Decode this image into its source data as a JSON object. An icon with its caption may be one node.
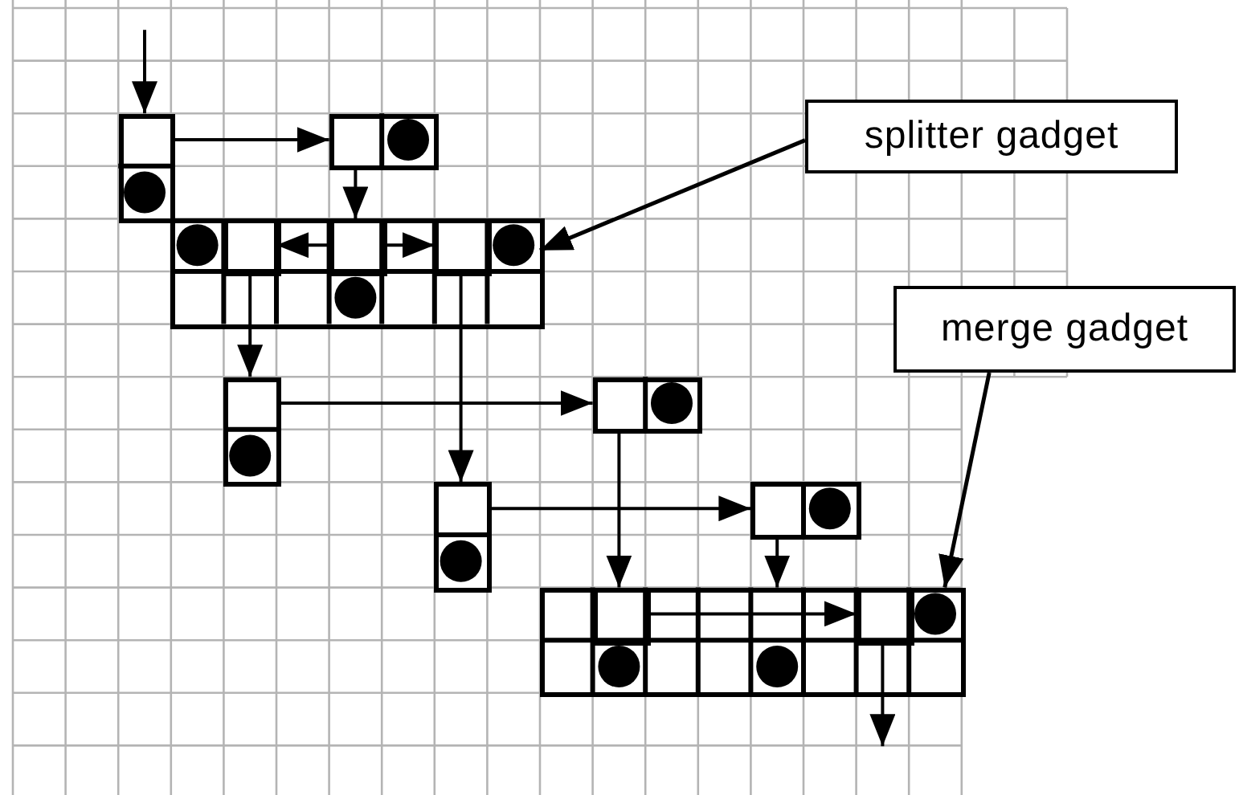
{
  "diagram": {
    "nodes": [
      {
        "text": [],
        "shape": "box"
      },
      {
        "text": [],
        "shape": "box"
      },
      {
        "text": [
          "splitter gadget"
        ]
      },
      {
        "text": [],
        "shape": "box"
      },
      {
        "text": [],
        "shape": "box",
        "in": 3
      },
      {
        "text": [],
        "shape": "box",
        "in": 3
      },
      {
        "text": [],
        "shape": "box",
        "in": 3
      },
      {
        "text": [
          "merge gadget"
        ]
      },
      {
        "text": [],
        "shape": "box"
      },
      {
        "text": [],
        "shape": "box"
      },
      {
        "text": [],
        "shape": "box"
      },
      {
        "text": [],
        "shape": "box"
      },
      {
        "text": [],
        "shape": "box"
      },
      {
        "text": [],
        "shape": "box",
        "in": 12
      },
      {
        "text": [],
        "shape": "box",
        "in": 12
      }
    ],
    "edges": [
      {
        "from": null,
        "to": 0,
        "arrow": "to"
      },
      {
        "from": 0,
        "to": 1,
        "arrow": "to"
      },
      {
        "from": 1,
        "to": 5,
        "arrow": "to"
      },
      {
        "from": 5,
        "to": 4,
        "arrow": "to"
      },
      {
        "from": 5,
        "to": 6,
        "arrow": "to"
      },
      {
        "from": 4,
        "to": 8,
        "arrow": "to"
      },
      {
        "from": 6,
        "to": 10,
        "arrow": "to"
      },
      {
        "from": 8,
        "to": 9,
        "arrow": "to"
      },
      {
        "from": 9,
        "to": 13,
        "arrow": "to"
      },
      {
        "from": 10,
        "to": 11,
        "arrow": "to"
      },
      {
        "from": 11,
        "to": 12,
        "arrow": "to"
      },
      {
        "from": 13,
        "to": 14,
        "arrow": "to"
      },
      {
        "from": 14,
        "to": null,
        "arrow": "to"
      },
      {
        "from": 2,
        "to": 3,
        "arrow": "to"
      },
      {
        "from": 7,
        "to": 12,
        "arrow": "to"
      }
    ]
  }
}
